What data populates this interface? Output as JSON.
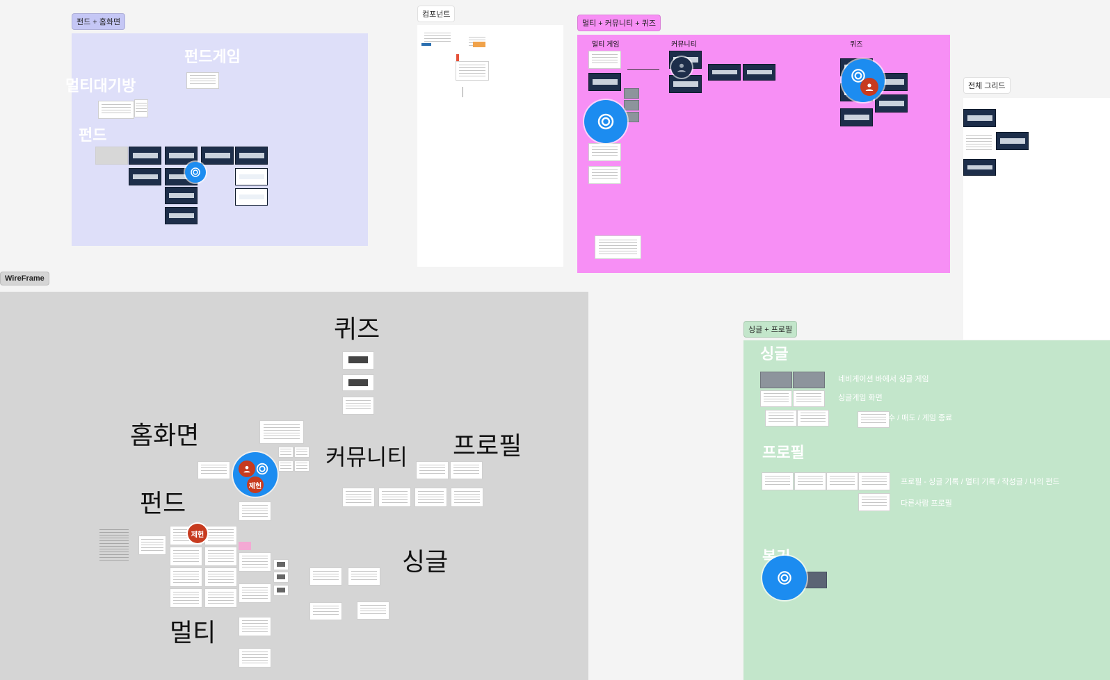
{
  "tags": {
    "fund_home": "펀드 + 홈화면",
    "component": "컴포넌트",
    "multi_comm_quiz": "멀티 + 커뮤니티 + 퀴즈",
    "full_grid": "전체 그리드",
    "wireframe": "WireFrame",
    "single_profile": "싱글 + 프로필"
  },
  "fund_section": {
    "fund_game": "펀드게임",
    "multi_waiting": "멀티대기방",
    "fund": "펀드"
  },
  "multi_section": {
    "multi_game": "멀티 게임",
    "community": "커뮤니티",
    "quiz": "퀴즈"
  },
  "wireframe": {
    "quiz": "퀴즈",
    "home": "홈화면",
    "community": "커뮤니티",
    "profile": "프로필",
    "fund": "펀드",
    "single": "싱글",
    "multi": "멀티",
    "avatar_label_1": "제헌",
    "avatar_label_2": "제헌"
  },
  "single_section": {
    "single": "싱글",
    "note_nav": "네비게이션 바에서 싱글 게임",
    "note_screen": "싱글게임 화면",
    "note_end": "수 / 매도 / 게임 종료",
    "profile": "프로필",
    "note_profile": "프로필 - 싱글 기록 / 멀티 기록 / 작성글  / 나의 펀드",
    "note_other": "다른사람 프로필",
    "review": "복기"
  },
  "colors": {
    "fund_bg": "#dedff9",
    "multi_bg": "#f78ff5",
    "wire_bg": "#d5d5d5",
    "single_bg": "#c3e6cb",
    "cursor": "#1c8cf0",
    "avatar": "#c73b1f"
  },
  "icons": [
    "figma-cursor-icon",
    "user-avatar-icon"
  ]
}
